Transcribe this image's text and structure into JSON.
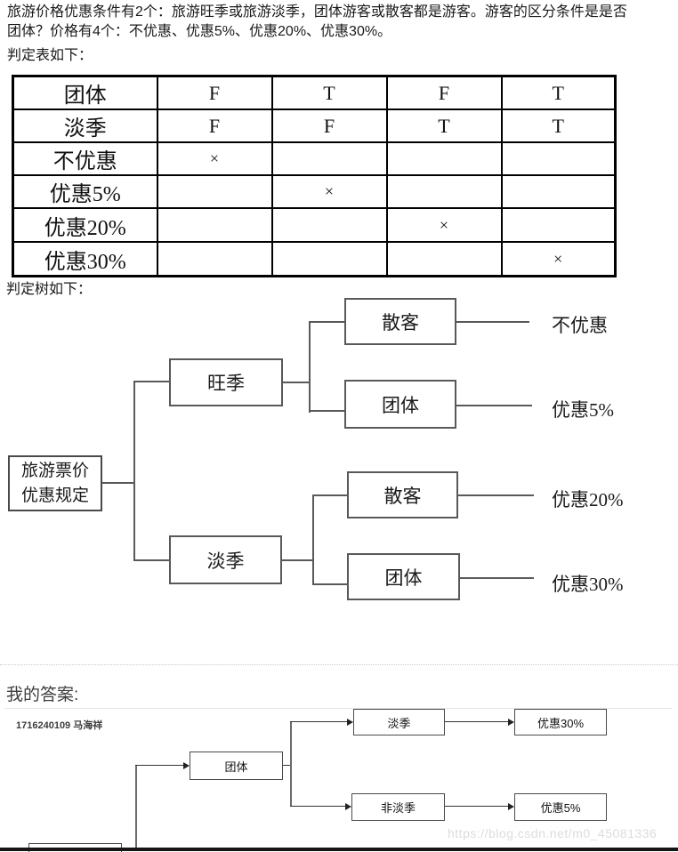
{
  "intro": {
    "line1": "旅游价格优惠条件有2个：旅游旺季或旅游淡季，团体游客或散客都是游客。游客的区分条件是是否",
    "line2": "团体？价格有4个：不优惠、优惠5%、优惠20%、优惠30%。",
    "table_caption": "判定表如下：",
    "tree_caption": "判定树如下："
  },
  "decision_table": {
    "rows": [
      {
        "label": "团体",
        "cells": [
          "F",
          "T",
          "F",
          "T"
        ]
      },
      {
        "label": "淡季",
        "cells": [
          "F",
          "F",
          "T",
          "T"
        ]
      },
      {
        "label": "不优惠",
        "cells": [
          "×",
          "",
          "",
          ""
        ]
      },
      {
        "label": "优惠5%",
        "cells": [
          "",
          "×",
          "",
          ""
        ]
      },
      {
        "label": "优惠20%",
        "cells": [
          "",
          "",
          "×",
          ""
        ]
      },
      {
        "label": "优惠30%",
        "cells": [
          "",
          "",
          "",
          "×"
        ]
      }
    ]
  },
  "decision_tree": {
    "root_line1": "旅游票价",
    "root_line2": "优惠规定",
    "peak_season": "旺季",
    "off_season": "淡季",
    "peak_individual": "散客",
    "peak_group": "团体",
    "off_individual": "散客",
    "off_group": "团体",
    "result_no_discount": "不优惠",
    "result_5": "优惠5%",
    "result_20": "优惠20%",
    "result_30": "优惠30%"
  },
  "answer": {
    "heading": "我的答案:",
    "student": "1716240109 马海祥",
    "group": "团体",
    "off_season": "淡季",
    "non_off_season": "非淡季",
    "result_30": "优惠30%",
    "result_5": "优惠5%",
    "watermark": "https://blog.csdn.net/m0_45081336"
  },
  "colors": {
    "table_border": "#000000",
    "tree_line": "#595959",
    "answer_line": "#333333",
    "watermark_text": "#dcdcdc"
  }
}
